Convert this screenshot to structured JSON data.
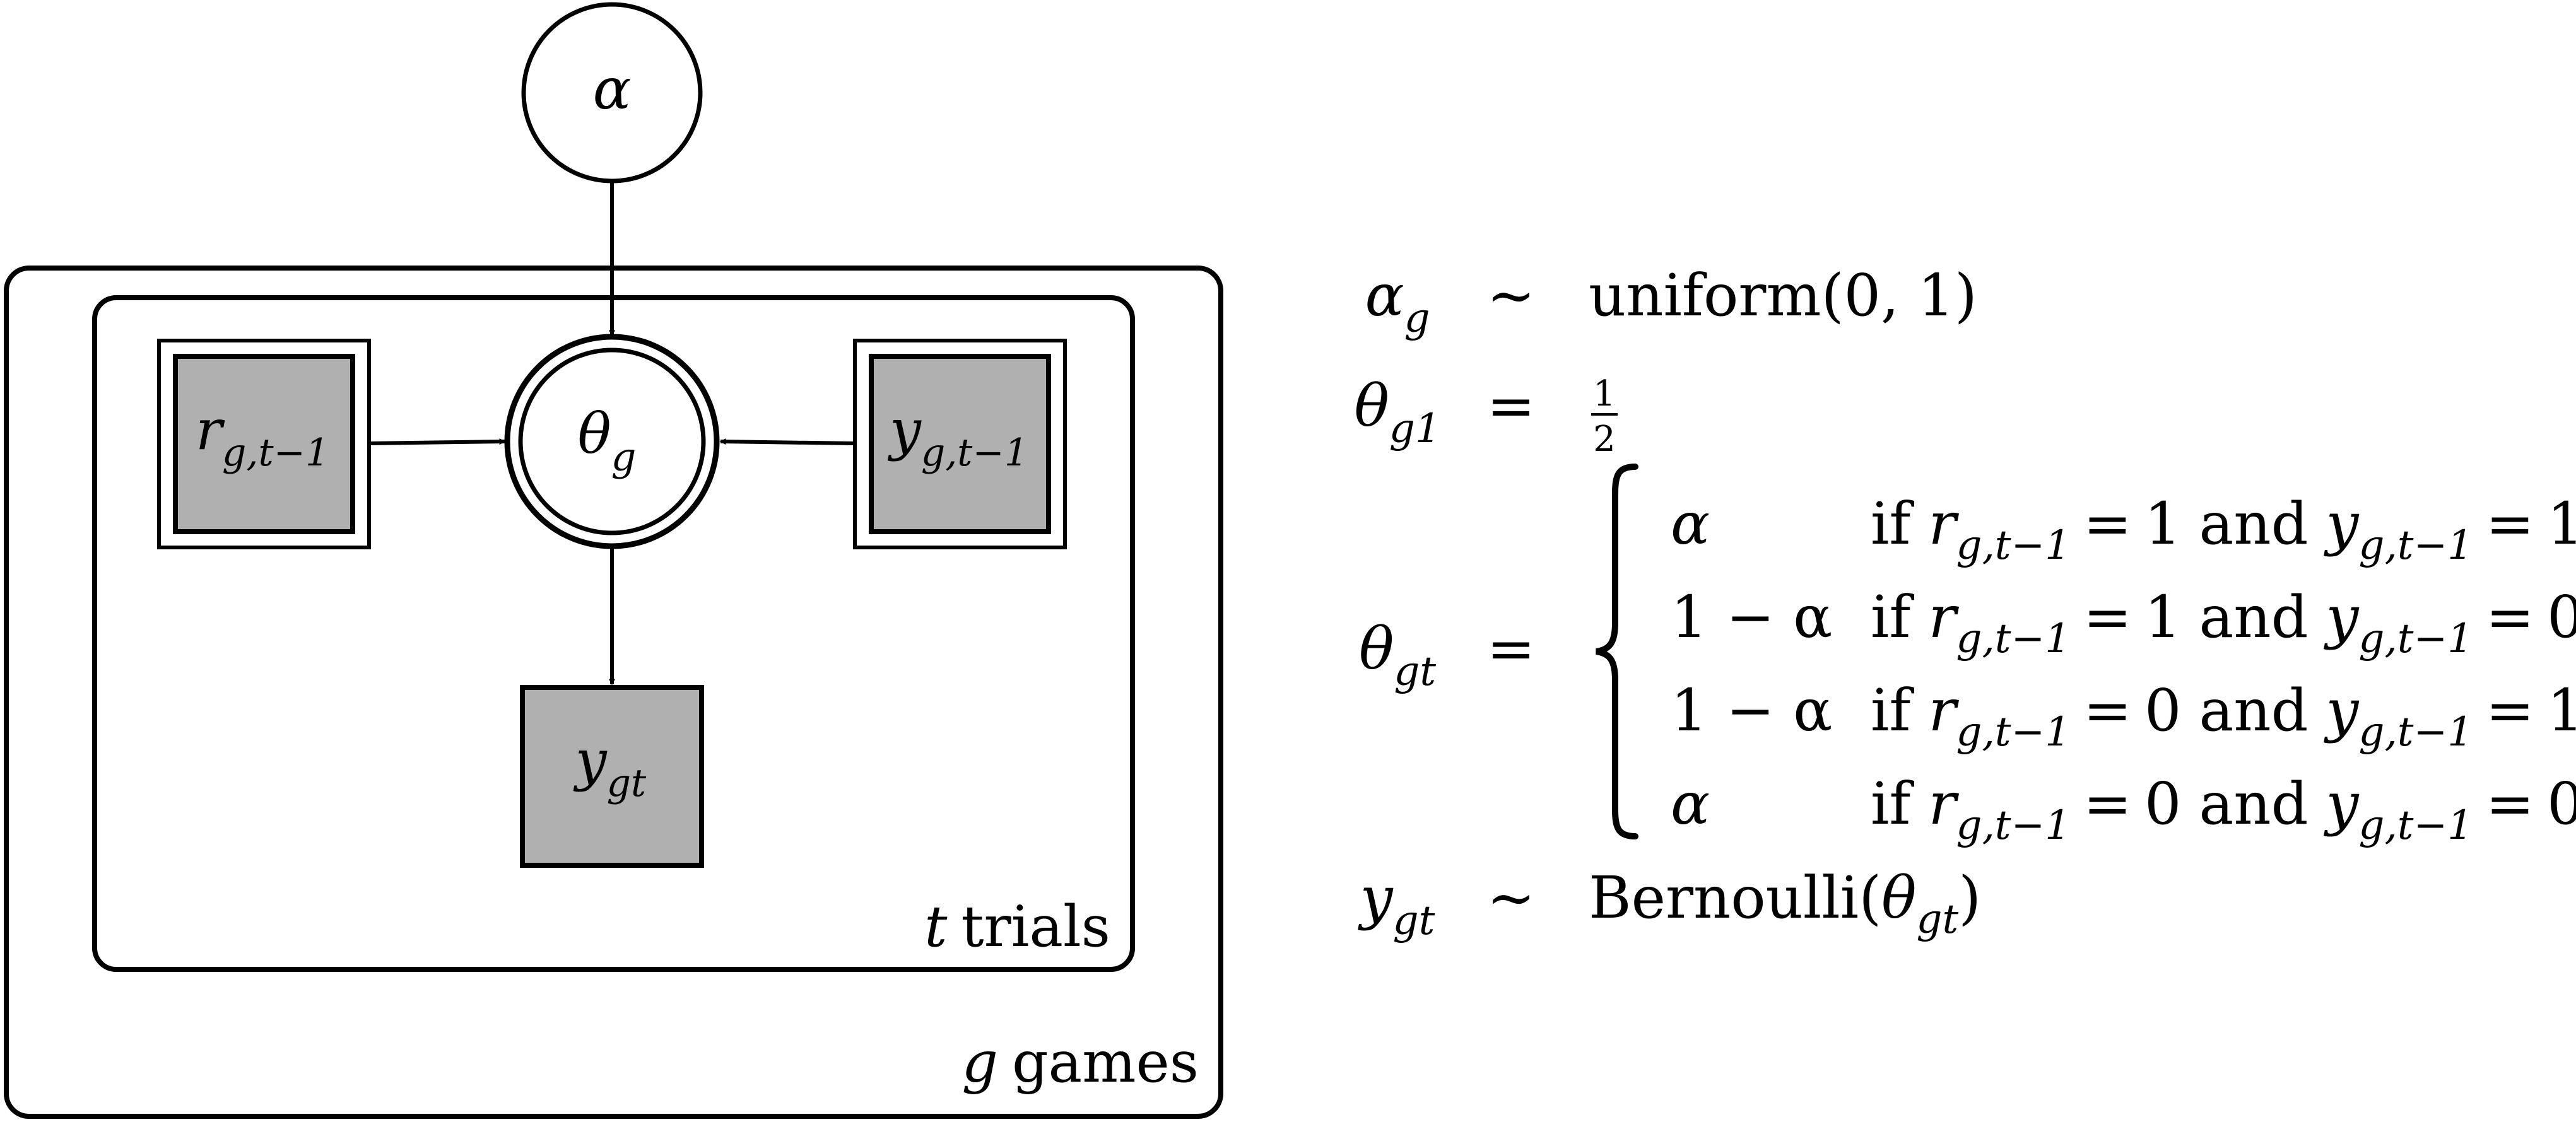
{
  "diagram": {
    "nodes": {
      "alpha": {
        "label": "α"
      },
      "theta": {
        "label": "θ",
        "sub": "g"
      },
      "r_prev": {
        "label": "r",
        "sub": "g,t−1"
      },
      "y_prev": {
        "label": "y",
        "sub": "g,t−1"
      },
      "y_gt": {
        "label": "y",
        "sub": "gt"
      }
    },
    "plates": {
      "trials": {
        "var": "t",
        "word": "trials"
      },
      "games": {
        "var": "g",
        "word": "games"
      }
    }
  },
  "equations": {
    "alpha_g": {
      "lhs": "α",
      "lhs_sub": "g",
      "rel": "∼",
      "rhs": "uniform(0, 1)"
    },
    "theta_g1": {
      "lhs": "θ",
      "lhs_sub": "g1",
      "rel": "=",
      "frac_num": "1",
      "frac_den": "2"
    },
    "theta_gt": {
      "lhs": "θ",
      "lhs_sub": "gt",
      "rel": "=",
      "cases": [
        {
          "value": "α",
          "cond_if": "if",
          "r_val": "1",
          "y_val": "1"
        },
        {
          "value": "1 − α",
          "cond_if": "if",
          "r_val": "1",
          "y_val": "0"
        },
        {
          "value": "1 − α",
          "cond_if": "if",
          "r_val": "0",
          "y_val": "1"
        },
        {
          "value": "α",
          "cond_if": "if",
          "r_val": "0",
          "y_val": "0"
        }
      ],
      "and_word": "and",
      "r_sym": "r",
      "r_sub": "g,t−1",
      "y_sym": "y",
      "y_sub": "g,t−1"
    },
    "y_gt": {
      "lhs": "y",
      "lhs_sub": "gt",
      "rel": "∼",
      "rhs_fn": "Bernoulli",
      "rhs_arg": "θ",
      "rhs_arg_sub": "gt"
    }
  }
}
